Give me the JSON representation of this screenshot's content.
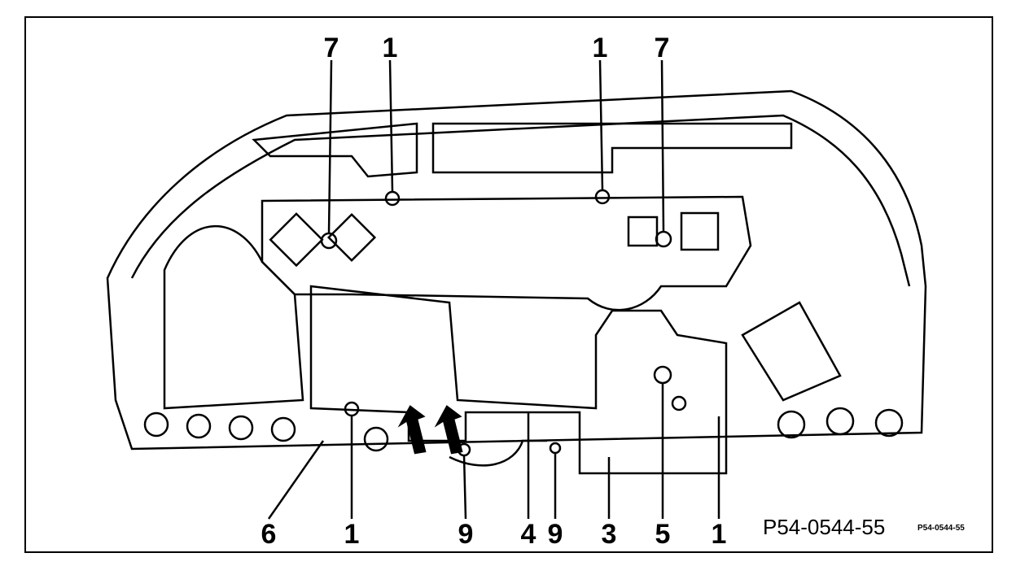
{
  "figure": {
    "id": "P54-0544-55",
    "id_small": "P54-0544-55"
  },
  "callouts": {
    "top": [
      "7",
      "1",
      "1",
      "7"
    ],
    "bottom": [
      "6",
      "1",
      "9",
      "4",
      "9",
      "3",
      "5",
      "1"
    ]
  },
  "colors": {
    "ink": "#000000",
    "paper": "#ffffff"
  }
}
